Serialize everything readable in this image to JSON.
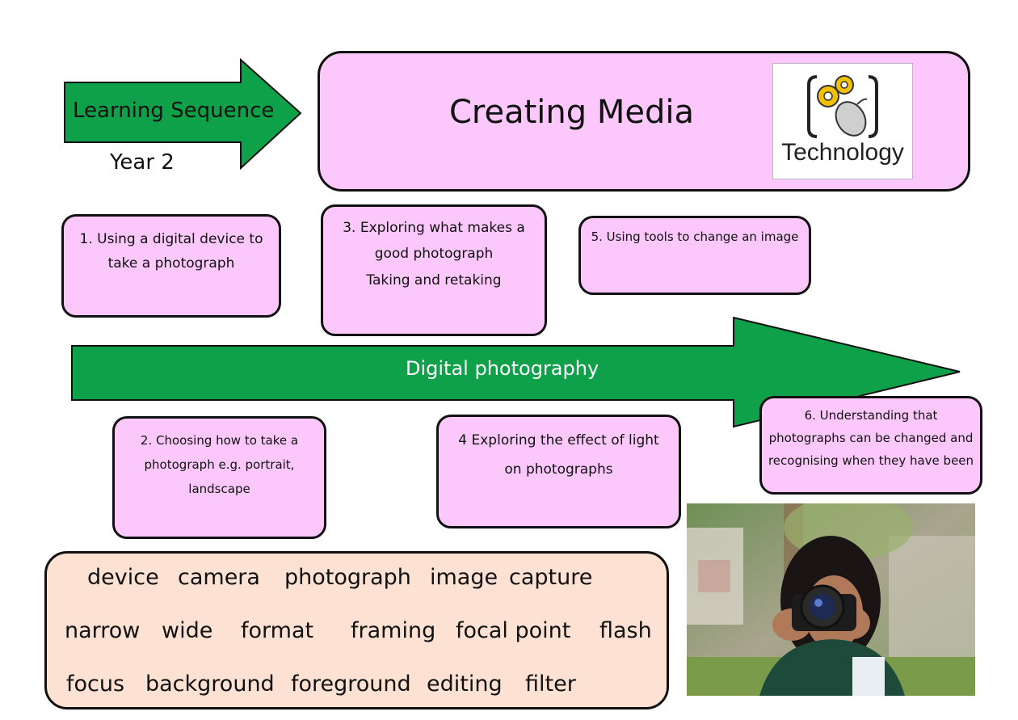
{
  "header": {
    "sequence_label": "Learning Sequence",
    "year": "Year 2",
    "title": "Creating Media",
    "logo_label": "Technology"
  },
  "timeline": {
    "label": "Digital photography"
  },
  "steps": [
    {
      "lines": [
        "1. Using a digital device to",
        "take a photograph"
      ]
    },
    {
      "lines": [
        "2. Choosing how to take a",
        "photograph e.g. portrait,",
        "landscape"
      ]
    },
    {
      "lines": [
        "3. Exploring what makes a",
        "good photograph",
        "Taking and retaking"
      ]
    },
    {
      "lines": [
        "4 Exploring the effect of light",
        "on photographs"
      ]
    },
    {
      "lines": [
        "5. Using tools to change an image"
      ]
    },
    {
      "lines": [
        "6. Understanding that",
        "photographs can be changed and",
        "recognising when they have been"
      ]
    }
  ],
  "vocabulary": {
    "row1": [
      "device",
      "camera",
      "photograph",
      "image",
      "capture"
    ],
    "row2": [
      "narrow",
      "wide",
      "format",
      "framing",
      "focal point",
      "flash"
    ],
    "row3": [
      "focus",
      "background",
      "foreground",
      "editing",
      "filter"
    ]
  },
  "colors": {
    "green": "#0fa14a",
    "pink": "#fcc8fc",
    "peach": "#fde1d3"
  }
}
